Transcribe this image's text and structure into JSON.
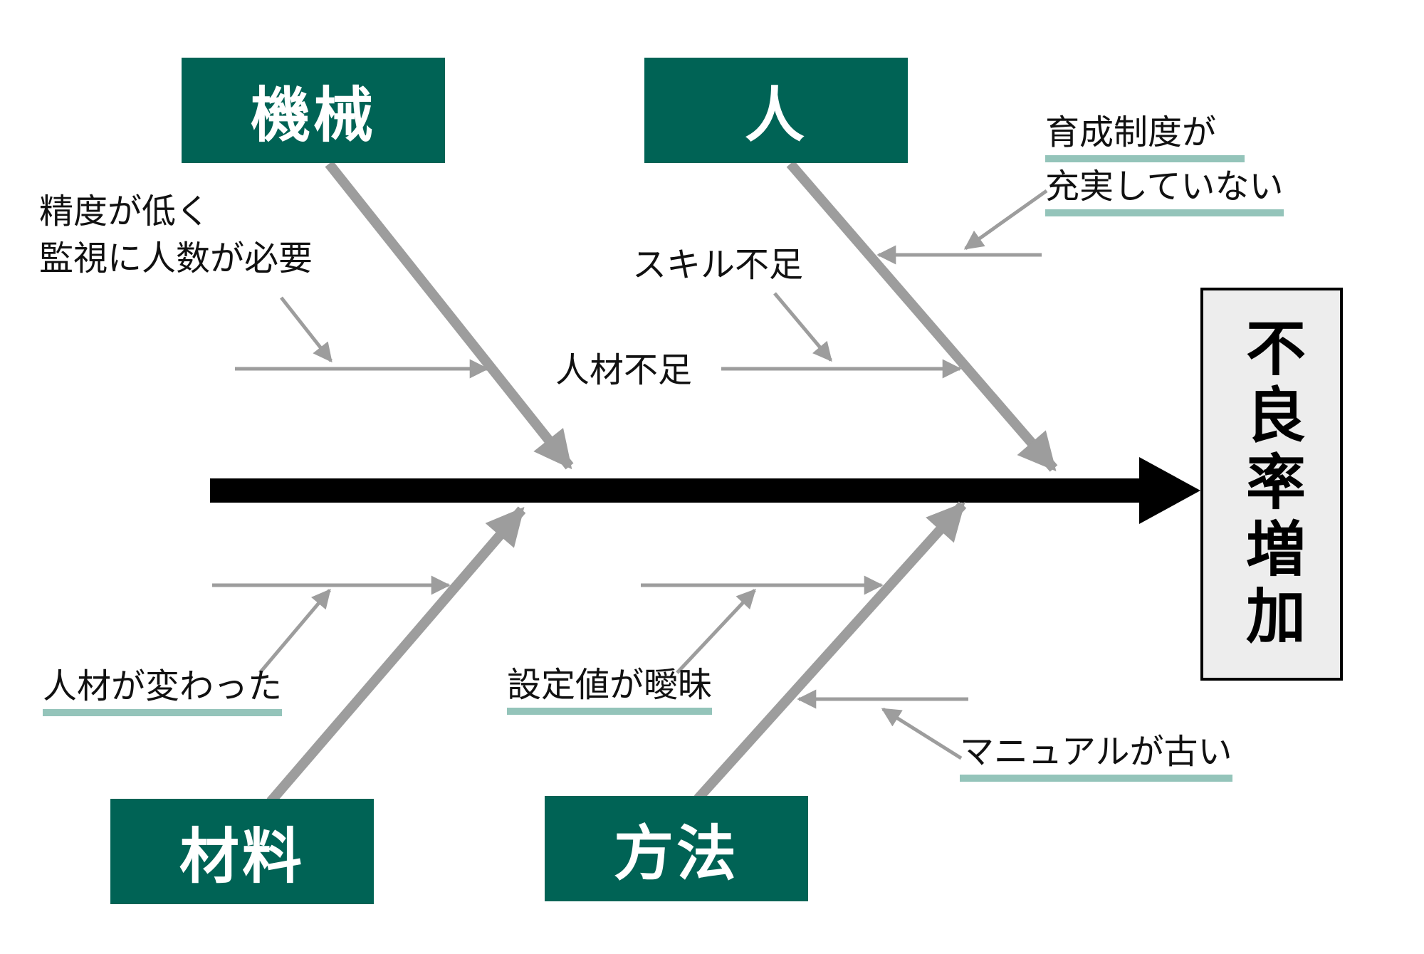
{
  "diagram_type": "fishbone-cause-effect",
  "effect": {
    "label": "不良率増加"
  },
  "categories": [
    {
      "id": "machine",
      "label": "機械",
      "position": "top-left",
      "causes": [
        {
          "lines": [
            "精度が低く",
            "監視に人数が必要"
          ],
          "underlined": false
        }
      ]
    },
    {
      "id": "person",
      "label": "人",
      "position": "top-right",
      "causes": [
        {
          "lines": [
            "スキル不足"
          ],
          "underlined": false
        },
        {
          "lines": [
            "人材不足"
          ],
          "underlined": false
        },
        {
          "lines": [
            "育成制度が",
            "充実していない"
          ],
          "underlined": true
        }
      ]
    },
    {
      "id": "material",
      "label": "材料",
      "position": "bottom-left",
      "causes": [
        {
          "lines": [
            "人材が変わった"
          ],
          "underlined": true
        }
      ]
    },
    {
      "id": "method",
      "label": "方法",
      "position": "bottom-right",
      "causes": [
        {
          "lines": [
            "設定値が曖昧"
          ],
          "underlined": true
        },
        {
          "lines": [
            "マニュアルが古い"
          ],
          "underlined": true
        }
      ]
    }
  ],
  "colors": {
    "category_box": "#006355",
    "category_label": "#ffffff",
    "spine": "#000000",
    "bone": "#9d9d9d",
    "underline": "#94c4ba",
    "effect_box_bg": "#ededed",
    "effect_box_border": "#000000",
    "text": "#111111",
    "background": "#ffffff"
  }
}
